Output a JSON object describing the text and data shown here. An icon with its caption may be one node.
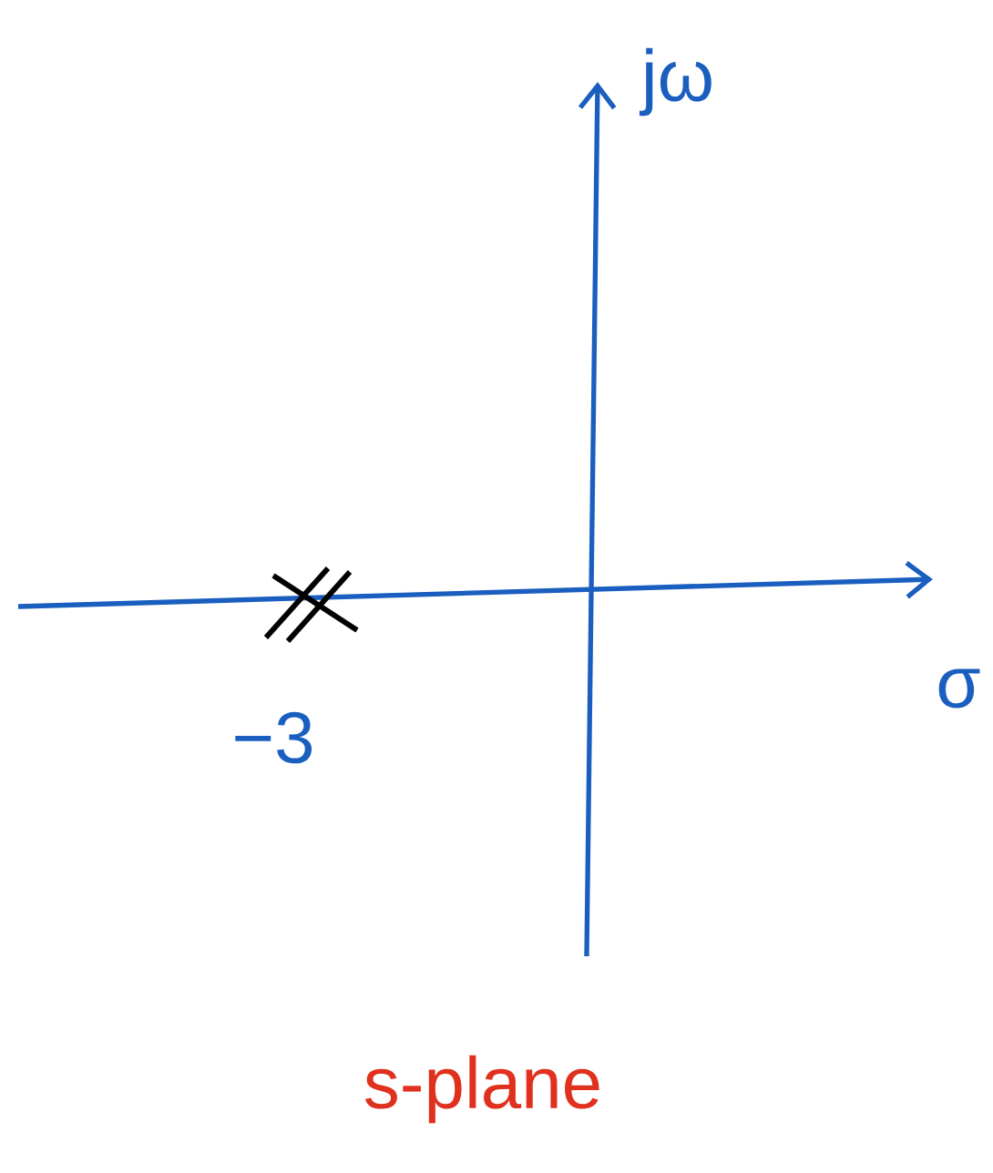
{
  "diagram": {
    "labels": [
      "jω",
      "σ",
      "−3",
      "s-plane"
    ]
  }
}
